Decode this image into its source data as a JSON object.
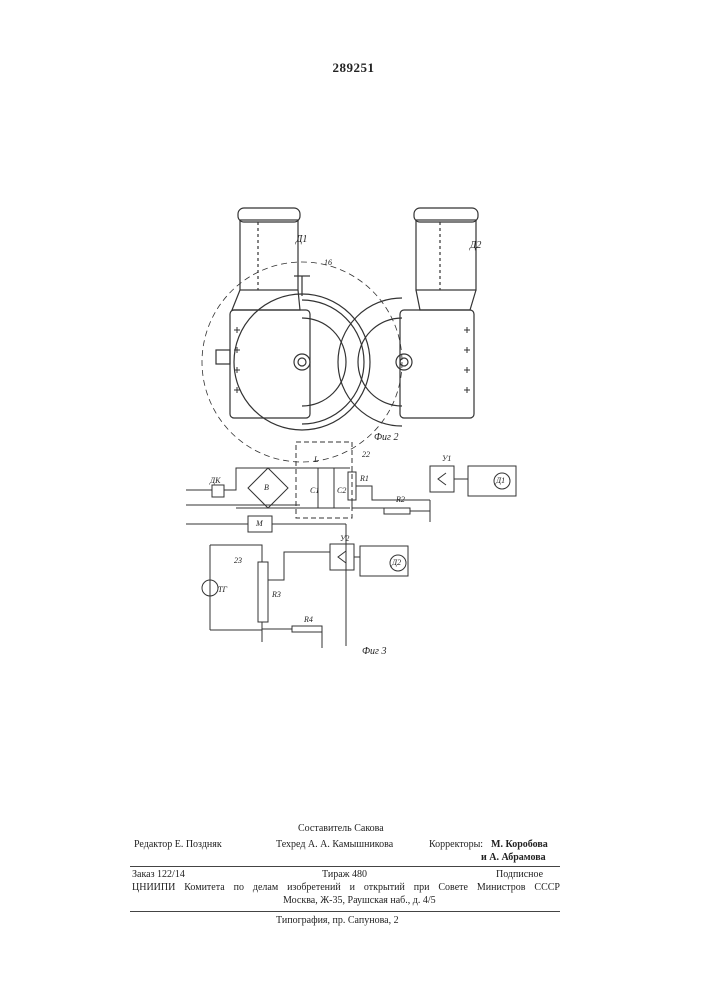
{
  "patent_number": "289251",
  "figures": {
    "fig2": {
      "caption": "Фиг 2",
      "motor1": "Д1",
      "motor2": "Д2",
      "part_16": "16"
    },
    "fig3": {
      "caption": "Фиг 3",
      "labels": {
        "dk": "ДК",
        "b": "B",
        "l": "L",
        "c1": "C1",
        "c2": "C2",
        "n22": "22",
        "r1": "R1",
        "r2": "R2",
        "y1": "У1",
        "d1": "Д1",
        "m": "M",
        "n23": "23",
        "tg": "ТГ",
        "r3": "R3",
        "r4": "R4",
        "y2": "У2",
        "d2": "Д2"
      }
    }
  },
  "footer": {
    "compiler": "Составитель Сакова",
    "editor": "Редактор Е. Поздняк",
    "techred": "Техред А. А. Камышникова",
    "correctors_label": "Корректоры:",
    "corrector1": "М. Коробова",
    "corrector2": "и А. Абрамова",
    "order": "Заказ 122/14",
    "print_run": "Тираж 480",
    "subscription": "Подписное",
    "institute": "ЦНИИПИ Комитета по делам изобретений и открытий при Совете Министров СССР",
    "address": "Москва, Ж-35, Раушская наб., д. 4/5",
    "printing_house": "Типография, пр. Сапунова, 2"
  }
}
